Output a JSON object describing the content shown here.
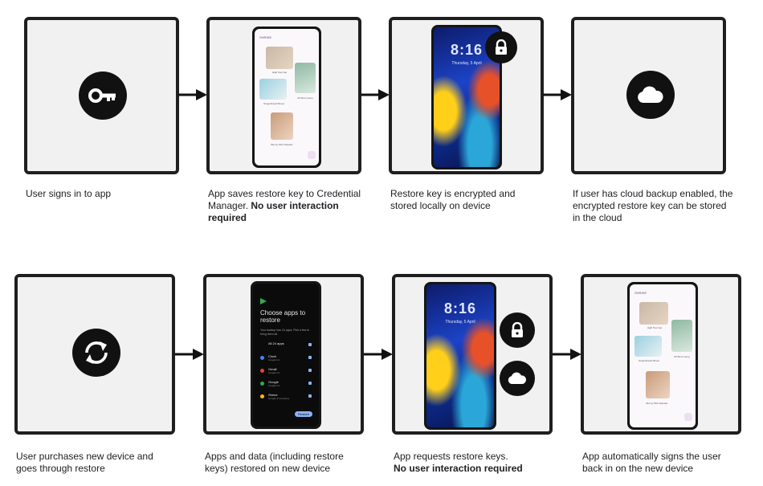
{
  "steps": [
    {
      "caption": "User signs in to app",
      "icon": "key-icon"
    },
    {
      "caption": "App saves restore key to Credential Manager.",
      "caption_bold": "No user interaction required"
    },
    {
      "caption": "Restore key is encrypted and stored locally on device",
      "icon": "lock-icon"
    },
    {
      "caption": "If user has cloud backup enabled, the encrypted restore key can be stored in the cloud",
      "icon": "cloud-icon"
    },
    {
      "caption": "User purchases new device and goes through restore",
      "icon": "sync-icon"
    },
    {
      "caption": "Apps and data (including restore keys) restored on new device"
    },
    {
      "caption": "App requests restore keys.",
      "caption_bold": "No user interaction required",
      "icons": [
        "lock-icon",
        "cloud-icon"
      ]
    },
    {
      "caption": "App automatically signs the user back in on the new device"
    }
  ],
  "lockscreen": {
    "time": "8:16",
    "date": "Thursday, 5 April"
  },
  "shop_app": {
    "title": "SHRINE",
    "products": [
      "High Tea Cup",
      "Gingerbread Shoes",
      "Mr Mum Lamp",
      "Bunny Pink Sweater"
    ]
  },
  "restore_screen": {
    "title": "Choose apps to restore",
    "subtitle": "Your backup has 24 apps. Pick a few to bring them all.",
    "all_label": "All 24 apps",
    "apps": [
      {
        "name": "Clock",
        "sub": "Google Inc",
        "color": "#4285f4"
      },
      {
        "name": "Gmail",
        "sub": "Google Inc",
        "color": "#ea4335"
      },
      {
        "name": "Google",
        "sub": "Google Inc",
        "color": "#34a853"
      },
      {
        "name": "Shrine",
        "sub": "Google & Company",
        "color": "#fbbc04"
      }
    ],
    "button": "Restore"
  }
}
